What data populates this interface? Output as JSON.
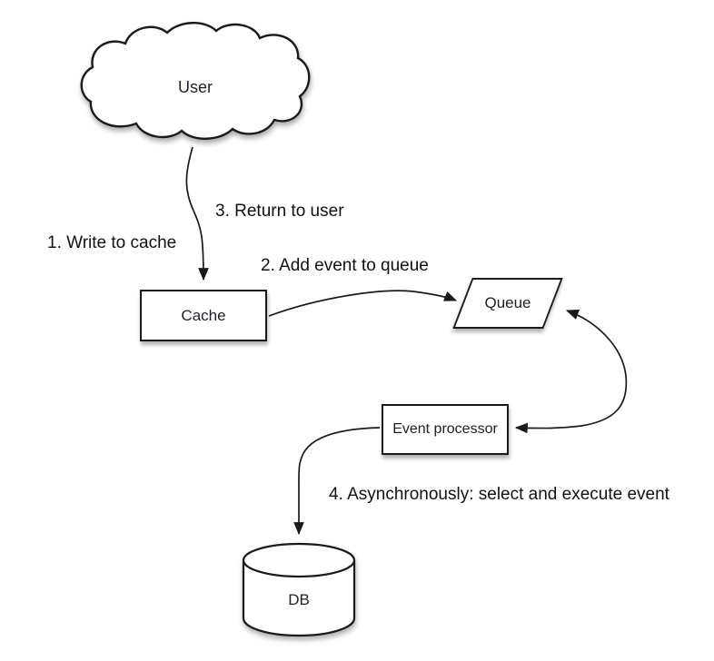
{
  "diagram": {
    "nodes": {
      "user": {
        "label": "User",
        "shape": "cloud"
      },
      "cache": {
        "label": "Cache",
        "shape": "rectangle"
      },
      "queue": {
        "label": "Queue",
        "shape": "parallelogram"
      },
      "event_processor": {
        "label": "Event processor",
        "shape": "rectangle"
      },
      "db": {
        "label": "DB",
        "shape": "cylinder"
      }
    },
    "steps": {
      "step1": "1. Write to cache",
      "step2": "2. Add event to queue",
      "step3": "3. Return to user",
      "step4": "4. Asynchronously: select and execute event"
    },
    "edges": [
      {
        "from": "user",
        "to": "cache",
        "labels": [
          "1. Write to cache",
          "3. Return to user"
        ],
        "style": "arrow"
      },
      {
        "from": "cache",
        "to": "queue",
        "labels": [
          "2. Add event to queue"
        ],
        "style": "arrow"
      },
      {
        "from": "queue",
        "to": "event_processor",
        "labels": [],
        "style": "double-arrow"
      },
      {
        "from": "event_processor",
        "to": "db",
        "labels": [
          "4. Asynchronously: select and execute event"
        ],
        "style": "arrow"
      }
    ],
    "colors": {
      "background": "#ffffff",
      "stroke": "#1a1a1a",
      "node_fill": "#ffffff",
      "text": "#111111"
    }
  }
}
